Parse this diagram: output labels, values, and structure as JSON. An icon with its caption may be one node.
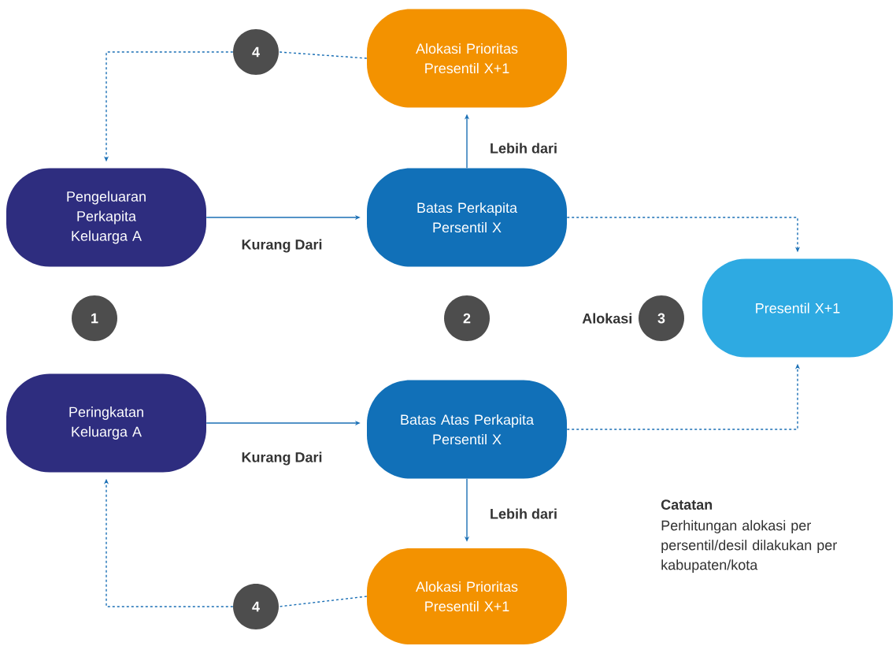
{
  "diagram": {
    "nodes": [
      {
        "text": [
          "Alokasi Prioritas Presentil X+1"
        ]
      },
      {
        "text": [
          "Pengeluaran Perkapita Keluarga A"
        ]
      },
      {
        "text": [
          "Batas Perkapita Persentil X"
        ]
      },
      {
        "text": [
          "Presentil X+1"
        ]
      },
      {
        "text": [
          "1"
        ]
      },
      {
        "text": [
          "2"
        ]
      },
      {
        "text": [
          "3"
        ],
        "beside": [
          "Alokasi"
        ]
      },
      {
        "text": [
          "Peringkatan Keluarga A"
        ]
      },
      {
        "text": [
          "Batas Atas Perkapita Persentil X"
        ]
      },
      {
        "text": [
          "Alokasi Prioritas Presentil X+1"
        ]
      },
      {
        "text": [
          "4"
        ]
      },
      {
        "text": [
          "4"
        ]
      }
    ],
    "edges": [
      {
        "from": 1,
        "to": 2,
        "arrow": "to",
        "label": "Kurang Dari"
      },
      {
        "from": 2,
        "to": 0,
        "arrow": "to",
        "label": "Lebih dari"
      },
      {
        "from": 2,
        "to": 3,
        "arrow": "to",
        "style": "dashed"
      },
      {
        "from": 8,
        "to": 3,
        "arrow": "to",
        "style": "dashed"
      },
      {
        "from": 7,
        "to": 8,
        "arrow": "to",
        "label": "Kurang Dari"
      },
      {
        "from": 8,
        "to": 9,
        "arrow": "to",
        "label": "Lebih dari"
      },
      {
        "from": 0,
        "to": 10,
        "arrow": "none",
        "style": "dashed"
      },
      {
        "from": 10,
        "to": 1,
        "arrow": "to",
        "style": "dashed"
      },
      {
        "from": 9,
        "to": 11,
        "arrow": "none",
        "style": "dashed"
      },
      {
        "from": 11,
        "to": 7,
        "arrow": "to",
        "style": "dashed"
      }
    ],
    "labels": [
      "Catatan",
      "Perhitungan alokasi per persentil/desil dilakukan per kabupaten/kota"
    ]
  }
}
